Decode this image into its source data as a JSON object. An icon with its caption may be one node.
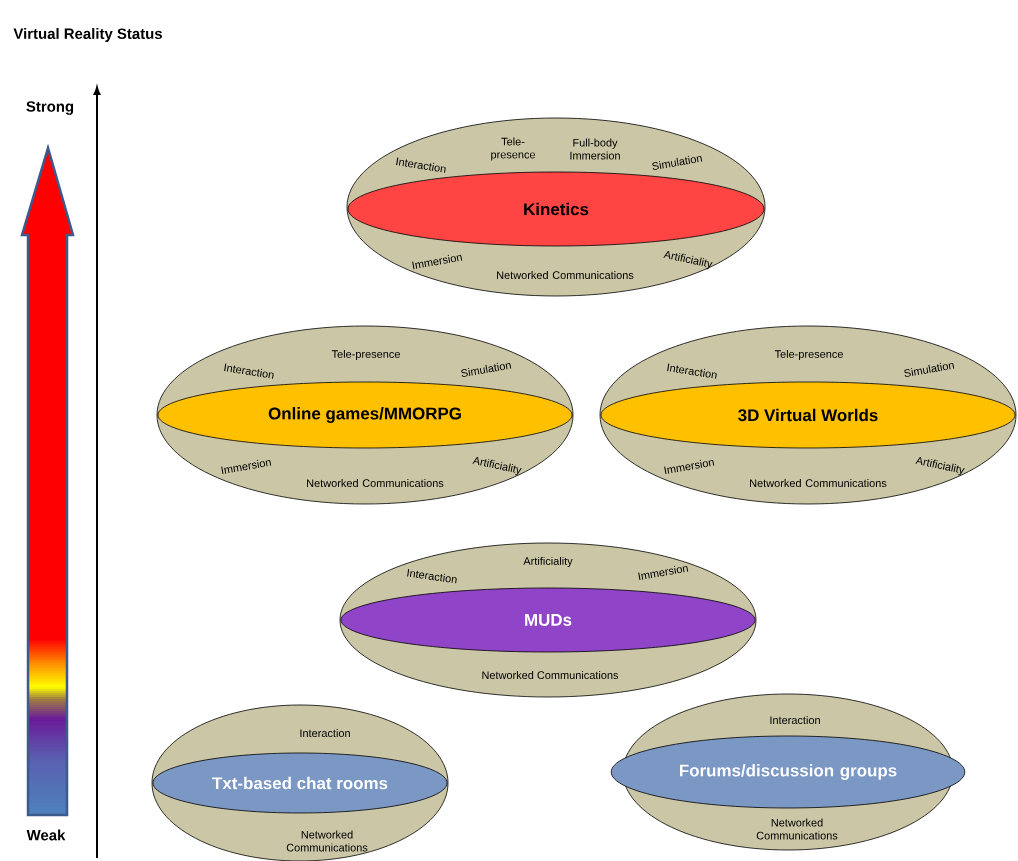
{
  "diagram": {
    "title": "Virtual Reality Status",
    "nodes": [
      {
        "text": [
          "Interaction",
          "Tele- presence",
          "Full-body Immersion",
          "Simulation",
          "Immersion",
          "Networked Communications",
          "Artificiality"
        ]
      },
      {
        "text": [
          "Kinetics"
        ],
        "in": 0
      },
      {
        "text": [
          "Interaction",
          "Tele-presence",
          "Simulation",
          "Immersion",
          "Networked Communications",
          "Artificiality"
        ]
      },
      {
        "text": [
          "Online games/MMORPG"
        ],
        "in": 2
      },
      {
        "text": [
          "Interaction",
          "Tele-presence",
          "Simulation",
          "Immersion",
          "Networked Communications",
          "Artificiality"
        ]
      },
      {
        "text": [
          "3D Virtual Worlds"
        ],
        "in": 4
      },
      {
        "text": [
          "Interaction",
          "Artificiality",
          "Immersion",
          "Networked Communications"
        ]
      },
      {
        "text": [
          "MUDs"
        ],
        "in": 6
      },
      {
        "text": [
          "Interaction",
          "Networked Communications"
        ]
      },
      {
        "text": [
          "Txt-based chat rooms"
        ],
        "in": 8
      },
      {
        "text": [
          "Interaction",
          "Networked Communications"
        ]
      },
      {
        "text": [
          "Forums/discussion groups"
        ],
        "in": 10
      }
    ],
    "labels": [
      "Strong",
      "Weak"
    ]
  }
}
